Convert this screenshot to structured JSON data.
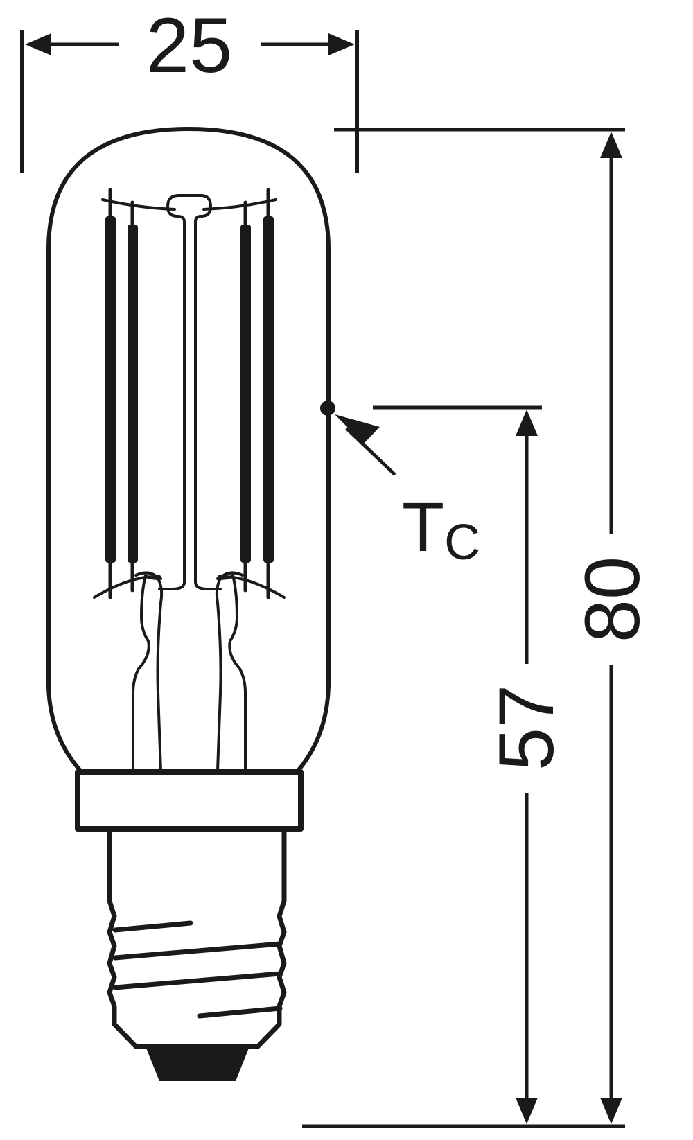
{
  "diagram": {
    "subject": "Tubular LED filament lamp, E14 base",
    "stroke_color": "#1a1a1a",
    "background": "#ffffff",
    "dimensions": {
      "width": {
        "value": "25",
        "label": "25"
      },
      "overall_height": {
        "value": "80",
        "label": "80"
      },
      "tc_height": {
        "value": "57",
        "label": "57"
      }
    },
    "annotations": {
      "tc_label_main": "T",
      "tc_label_sub": "C"
    }
  }
}
